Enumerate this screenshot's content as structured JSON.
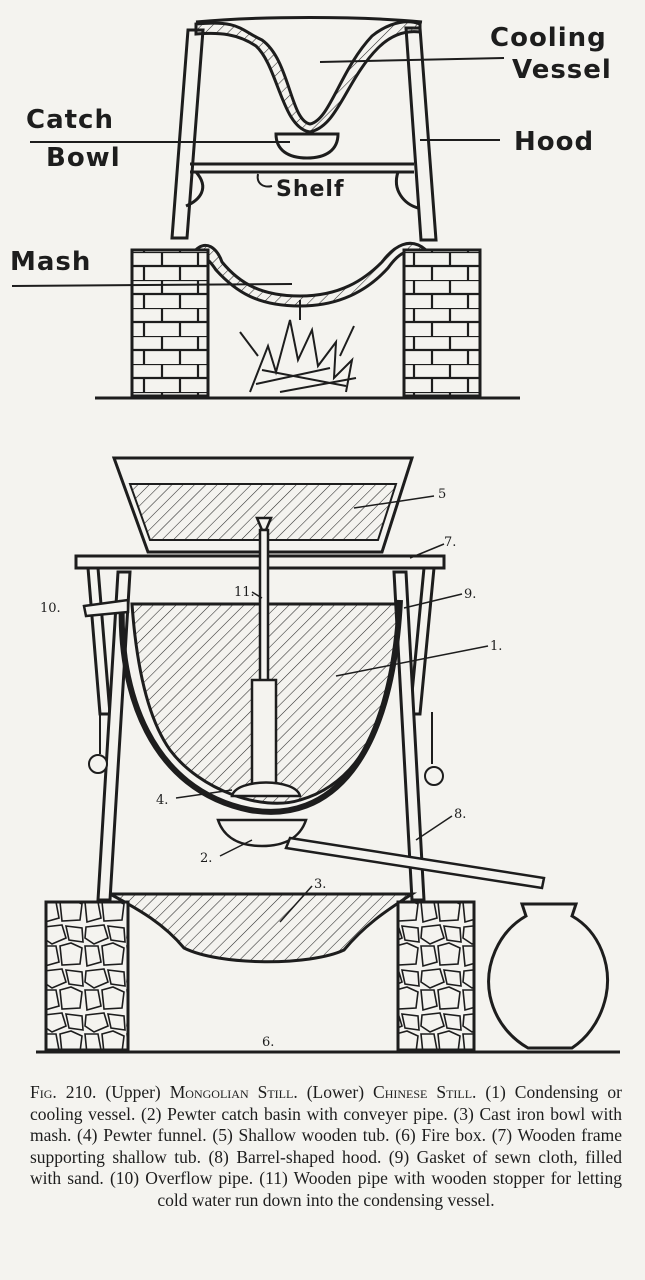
{
  "upper_labels": {
    "cooling_vessel_line1": "Cooling",
    "cooling_vessel_line2": "Vessel",
    "catch_bowl_line1": "Catch",
    "catch_bowl_line2": "Bowl",
    "hood": "Hood",
    "shelf": "Shelf",
    "mash": "Mash"
  },
  "lower_labels": {
    "n1": "1.",
    "n2": "2.",
    "n3": "3.",
    "n4": "4.",
    "n5": "5",
    "n6": "6.",
    "n7": "7.",
    "n8": "8.",
    "n9": "9.",
    "n10": "10.",
    "n11": "11."
  },
  "caption": {
    "fig_prefix": "Fig. 210.",
    "upper_tag": "(Upper)",
    "upper_title": "Mongolian Still.",
    "lower_tag": "(Lower)",
    "lower_title": "Chinese Still.",
    "body": "(1) Condensing or cooling vessel. (2) Pewter catch basin with conveyer pipe. (3) Cast iron bowl with mash. (4) Pewter funnel. (5) Shallow wooden tub. (6) Fire box. (7) Wooden frame supporting shallow tub. (8) Barrel-shaped hood. (9) Gasket of sewn cloth, filled with sand. (10) Overflow pipe. (11) Wooden pipe with wooden stopper for letting cold water run down into the condensing vessel."
  }
}
